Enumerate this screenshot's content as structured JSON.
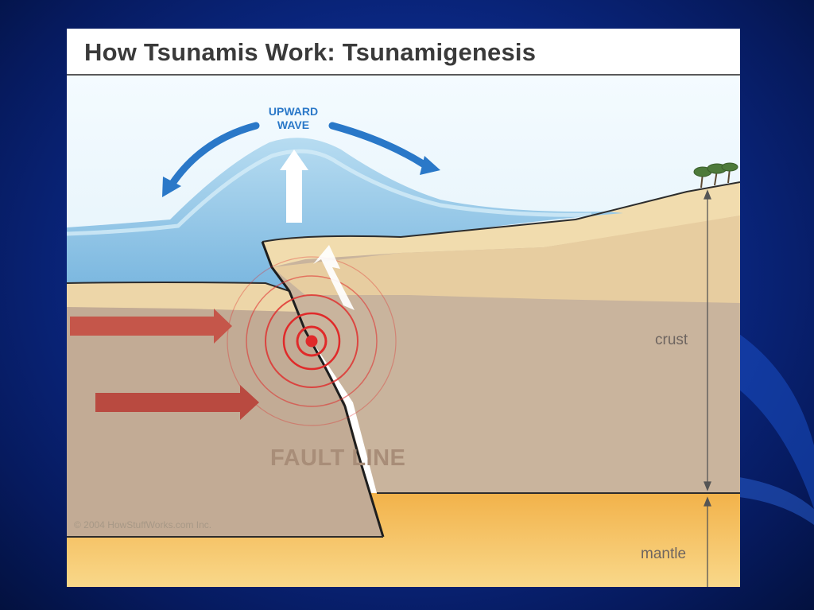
{
  "figure": {
    "title": "How Tsunamis Work: Tsunamigenesis",
    "wave_label": "UPWARD\nWAVE",
    "fault_label": "FAULT LINE",
    "crust_label": "crust",
    "mantle_label": "mantle",
    "copyright": "© 2004 HowStuffWorks.com Inc."
  },
  "colors": {
    "slide_background": "#0b2a8a",
    "water": "#8cc4e6",
    "sky": "#eef7fc",
    "sand": "#e8cfa0",
    "crust": "#c2ab95",
    "mantle": "#f5c262",
    "compression_arrow": "#c5564a",
    "seismic_rings": "#e02a2a",
    "direction_arrow": "#2a78c8"
  },
  "icons": {
    "trees": "palm-trees-icon"
  }
}
